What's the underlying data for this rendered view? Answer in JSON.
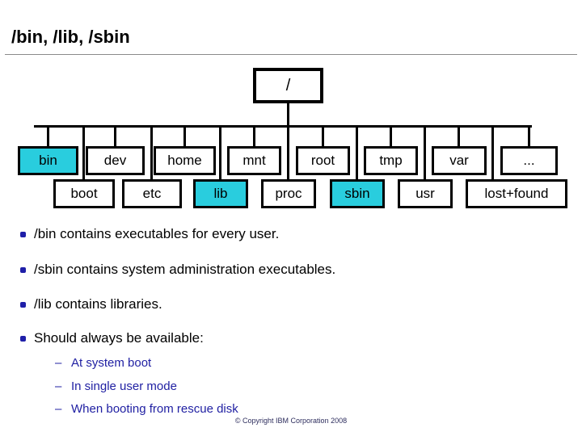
{
  "title": "/bin, /lib, /sbin",
  "tree": {
    "root": "/",
    "level1": [
      {
        "label": "bin",
        "highlight": true
      },
      {
        "label": "dev",
        "highlight": false
      },
      {
        "label": "home",
        "highlight": false
      },
      {
        "label": "mnt",
        "highlight": false
      },
      {
        "label": "root",
        "highlight": false
      },
      {
        "label": "tmp",
        "highlight": false
      },
      {
        "label": "var",
        "highlight": false
      },
      {
        "label": "...",
        "highlight": false
      }
    ],
    "level2": [
      {
        "label": "boot",
        "highlight": false
      },
      {
        "label": "etc",
        "highlight": false
      },
      {
        "label": "lib",
        "highlight": true
      },
      {
        "label": "proc",
        "highlight": false
      },
      {
        "label": "sbin",
        "highlight": true
      },
      {
        "label": "usr",
        "highlight": false
      },
      {
        "label": "lost+found",
        "highlight": false
      }
    ]
  },
  "bullets": [
    "/bin contains executables for every user.",
    "/sbin contains system administration executables.",
    "/lib contains libraries.",
    "Should always be available:"
  ],
  "sub_bullets": [
    "At system boot",
    "In single user mode",
    "When booting from rescue disk"
  ],
  "sub_bullet_marker": "–",
  "footer": "© Copyright IBM Corporation 2008",
  "colors": {
    "highlight": "#29CDDE",
    "bullet_dot": "#1F1FA8",
    "sub_text": "#2121A3",
    "line": "#000000",
    "rule": "#8a8a8a"
  }
}
